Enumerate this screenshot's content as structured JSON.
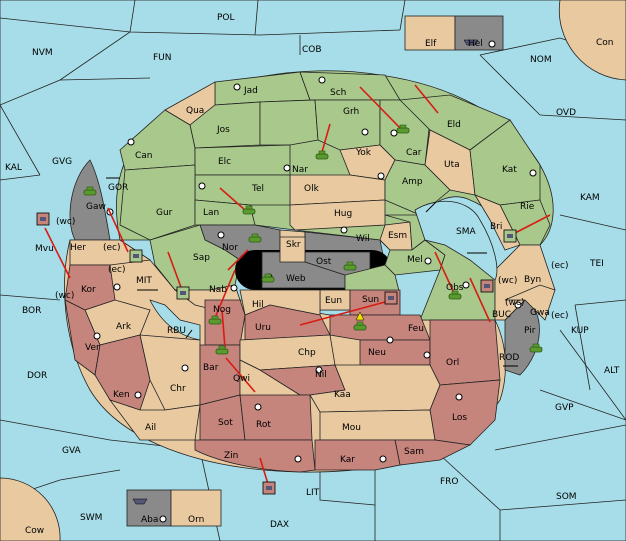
{
  "regions": {
    "POL": "POL",
    "NVM": "NVM",
    "FUN": "FUN",
    "COB": "COB",
    "NOM": "NOM",
    "Con": "Con",
    "OVD": "OVD",
    "KAL": "KAL",
    "GVG": "GVG",
    "KAM": "KAM",
    "TEI": "TEI",
    "BOR": "BOR",
    "DOR": "DOR",
    "ALT": "ALT",
    "KUP": "KUP",
    "GVP": "GVP",
    "GVA": "GVA",
    "SOM": "SOM",
    "FRO": "FRO",
    "LIT": "LIT",
    "SWM": "SWM",
    "DAX": "DAX",
    "Cow": "Cow",
    "Elf": "Elf",
    "Hel": "Hel",
    "Aba": "Aba",
    "Orn": "Orn",
    "Jad": "Jad",
    "Sch": "Sch",
    "Qua": "Qua",
    "Jos": "Jos",
    "Grh": "Grh",
    "Can": "Can",
    "Car": "Car",
    "Eld": "Eld",
    "Nar": "Nar",
    "Yok": "Yok",
    "Uta": "Uta",
    "Elc": "Elc",
    "Kat": "Kat",
    "Olk": "Olk",
    "Amp": "Amp",
    "Tel": "Tel",
    "Gur": "Gur",
    "Lan": "Lan",
    "Hug": "Hug",
    "Rie": "Rie",
    "Bri": "Bri",
    "Gaw": "Gaw",
    "GOR": "GOR",
    "Wil": "Wil",
    "Esm": "Esm",
    "SMA": "SMA",
    "Nor": "Nor",
    "Skr": "Skr",
    "Ost": "Ost",
    "Mel": "Mel",
    "Sap": "Sap",
    "Web": "Web",
    "Her": "Her",
    "MIT": "MIT",
    "Byn": "Byn",
    "Mvu": "Mvu",
    "Kor": "Kor",
    "Obs": "Obs",
    "Nab": "Nab",
    "Hil": "Hil",
    "Eun": "Eun",
    "Sun": "Sun",
    "BUC": "BUC",
    "Gwa": "Gwa",
    "Ark": "Ark",
    "RBU": "RBU",
    "Nog": "Nog",
    "Uru": "Uru",
    "Feu": "Feu",
    "Pir": "Pir",
    "Ver": "Ver",
    "Chp": "Chp",
    "Neu": "Neu",
    "Orl": "Orl",
    "ROD": "ROD",
    "Bar": "Bar",
    "Qwi": "Qwi",
    "Nil": "Nil",
    "Ken": "Ken",
    "Chr": "Chr",
    "Kaa": "Kaa",
    "Los": "Los",
    "Ail": "Ail",
    "Sot": "Sot",
    "Rot": "Rot",
    "Mou": "Mou",
    "Sam": "Sam",
    "Zin": "Zin",
    "Kar": "Kar"
  },
  "coast_tags": {
    "wc1": "(wc)",
    "ec1": "(ec)",
    "ec2": "(ec)",
    "wc2": "(wc)",
    "wc3": "(wc)",
    "ec3": "(ec)",
    "wc4": "(wc)",
    "ec4": "(ec)"
  },
  "legend_colors": {
    "sea": "#a7dde8",
    "green_power": "#a9c98c",
    "neutral": "#e8c9a0",
    "red_power": "#c5847c",
    "impassable": "#8a8a8a"
  }
}
